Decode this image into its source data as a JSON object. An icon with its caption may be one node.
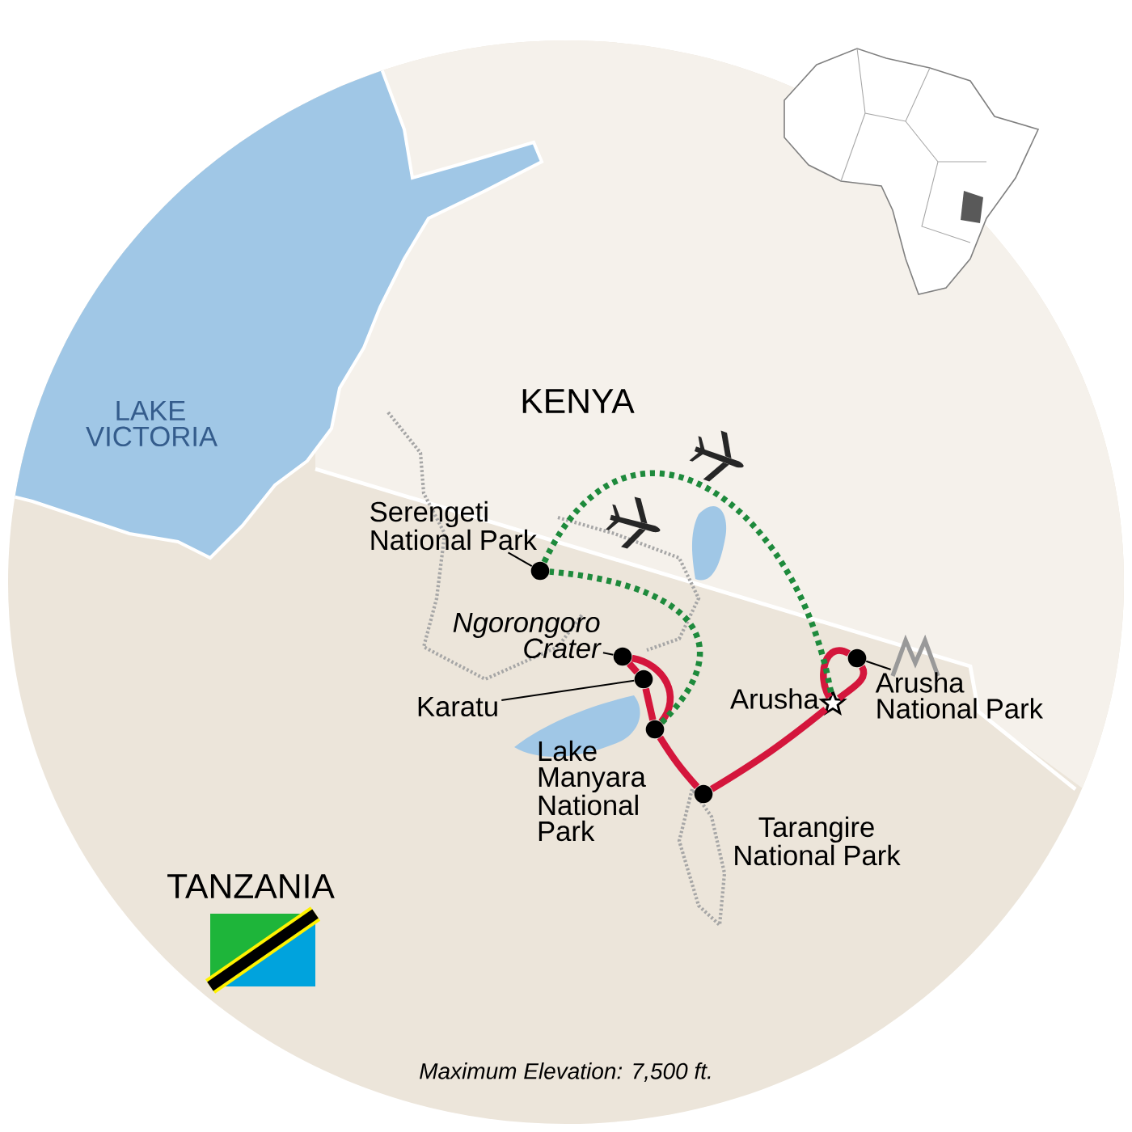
{
  "diagram": {
    "caption": "Maximum Elevation: 7,500 ft.",
    "nodes": [
      {
        "text": [
          "Serengeti National Park"
        ]
      },
      {
        "text": [],
        "shape": "circle"
      },
      {
        "text": [
          "Ngorongoro Crater"
        ]
      },
      {
        "text": [],
        "shape": "circle"
      },
      {
        "text": [
          "Karatu"
        ]
      },
      {
        "text": [],
        "shape": "circle"
      },
      {
        "text": [],
        "shape": "circle",
        "beside": [
          "Lake Manyara National Park"
        ]
      },
      {
        "text": [],
        "shape": "circle",
        "beside": [
          "Tarangire National Park"
        ]
      },
      {
        "text": [],
        "shape": "star",
        "beside": [
          "Arusha"
        ]
      },
      {
        "text": [],
        "shape": "circle"
      },
      {
        "text": [
          "Arusha National Park"
        ]
      }
    ],
    "edges": [
      {
        "from": 0,
        "to": 1,
        "arrow": "none",
        "color": "#000000"
      },
      {
        "from": 2,
        "to": 3,
        "arrow": "none",
        "color": "#000000"
      },
      {
        "from": 4,
        "to": 5,
        "arrow": "none",
        "color": "#000000"
      },
      {
        "from": 10,
        "to": 9,
        "arrow": "none",
        "color": "#000000"
      },
      {
        "from": 8,
        "to": 9,
        "arrow": "none"
      },
      {
        "from": 9,
        "to": 8,
        "arrow": "none"
      },
      {
        "from": 8,
        "to": 7,
        "arrow": "none"
      },
      {
        "from": 7,
        "to": 6,
        "arrow": "none"
      },
      {
        "from": 6,
        "to": 5,
        "arrow": "none"
      },
      {
        "from": 5,
        "to": 3,
        "arrow": "none"
      },
      {
        "from": 3,
        "to": 6,
        "arrow": "none"
      },
      {
        "from": 6,
        "to": 1,
        "arrow": "none",
        "style": "dashed",
        "color": "#1e8a3c"
      },
      {
        "from": 1,
        "to": 8,
        "arrow": "none",
        "style": "dashed",
        "color": "#1e8a3c"
      }
    ],
    "labels": [
      "LAKE VICTORIA",
      "KENYA",
      "TANZANIA"
    ]
  }
}
